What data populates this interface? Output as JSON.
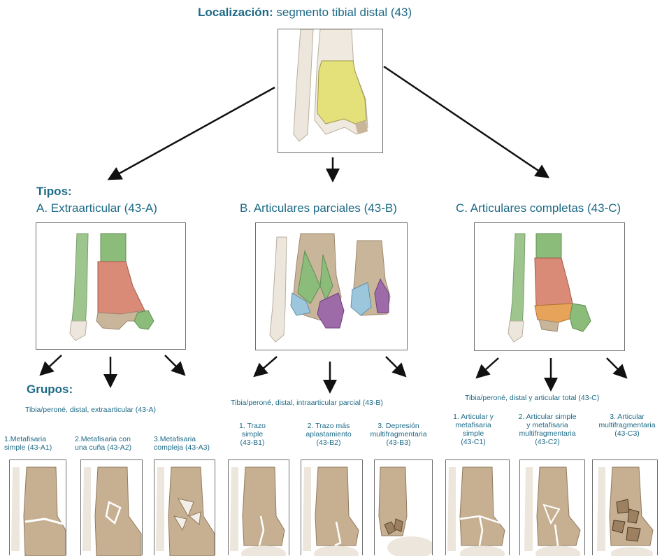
{
  "title": {
    "bold": "Localización:",
    "rest": "segmento tibial distal (43)"
  },
  "tipos_label": "Tipos:",
  "types": [
    {
      "label": "A. Extraarticular (43-A)",
      "subtitle": "Tibia/peroné, distal, extraarticular (43-A)"
    },
    {
      "label": "B. Articulares parciales (43-B)",
      "subtitle": "Tibia/peroné, distal, intraarticular parcial (43-B)"
    },
    {
      "label": "C. Articulares completas (43-C)",
      "subtitle": "Tibia/peroné, distal y articular total (43-C)"
    }
  ],
  "grupos_label": "Grupos:",
  "groups": [
    {
      "l1": "1.Metafisaria",
      "l2": "simple (43-A1)",
      "l3": "",
      "l4": ""
    },
    {
      "l1": "2.Metafisaria con",
      "l2": "una cuña (43-A2)",
      "l3": "",
      "l4": ""
    },
    {
      "l1": "3.Metafisaria",
      "l2": "compleja (43-A3)",
      "l3": "",
      "l4": ""
    },
    {
      "l1": "1. Trazo",
      "l2": "simple",
      "l3": "(43-B1)",
      "l4": ""
    },
    {
      "l1": "2. Trazo más",
      "l2": "aplastamiento",
      "l3": "(43-B2)",
      "l4": ""
    },
    {
      "l1": "3. Depresión",
      "l2": "multifragmentaria",
      "l3": "(43-B3)",
      "l4": ""
    },
    {
      "l1": "1. Articular y",
      "l2": "metafisaria",
      "l3": "simple",
      "l4": "(43-C1)"
    },
    {
      "l1": "2. Articular simple",
      "l2": "y metafisaria",
      "l3": "multifragmentaria",
      "l4": "(43-C2)"
    },
    {
      "l1": "3. Articular",
      "l2": "multifragmentaria",
      "l3": "(43-C3)",
      "l4": ""
    }
  ],
  "colors": {
    "text": "#1d6a86",
    "segment_yellow": "#e4e07a",
    "zone_red": "#d98b78",
    "zone_green": "#8cbc7a",
    "zone_blue": "#9cc6dc",
    "zone_purple": "#9d6ba8",
    "zone_orange": "#e8a35a",
    "bone_tan": "#c7b092",
    "bone_light": "#ece6dc"
  }
}
